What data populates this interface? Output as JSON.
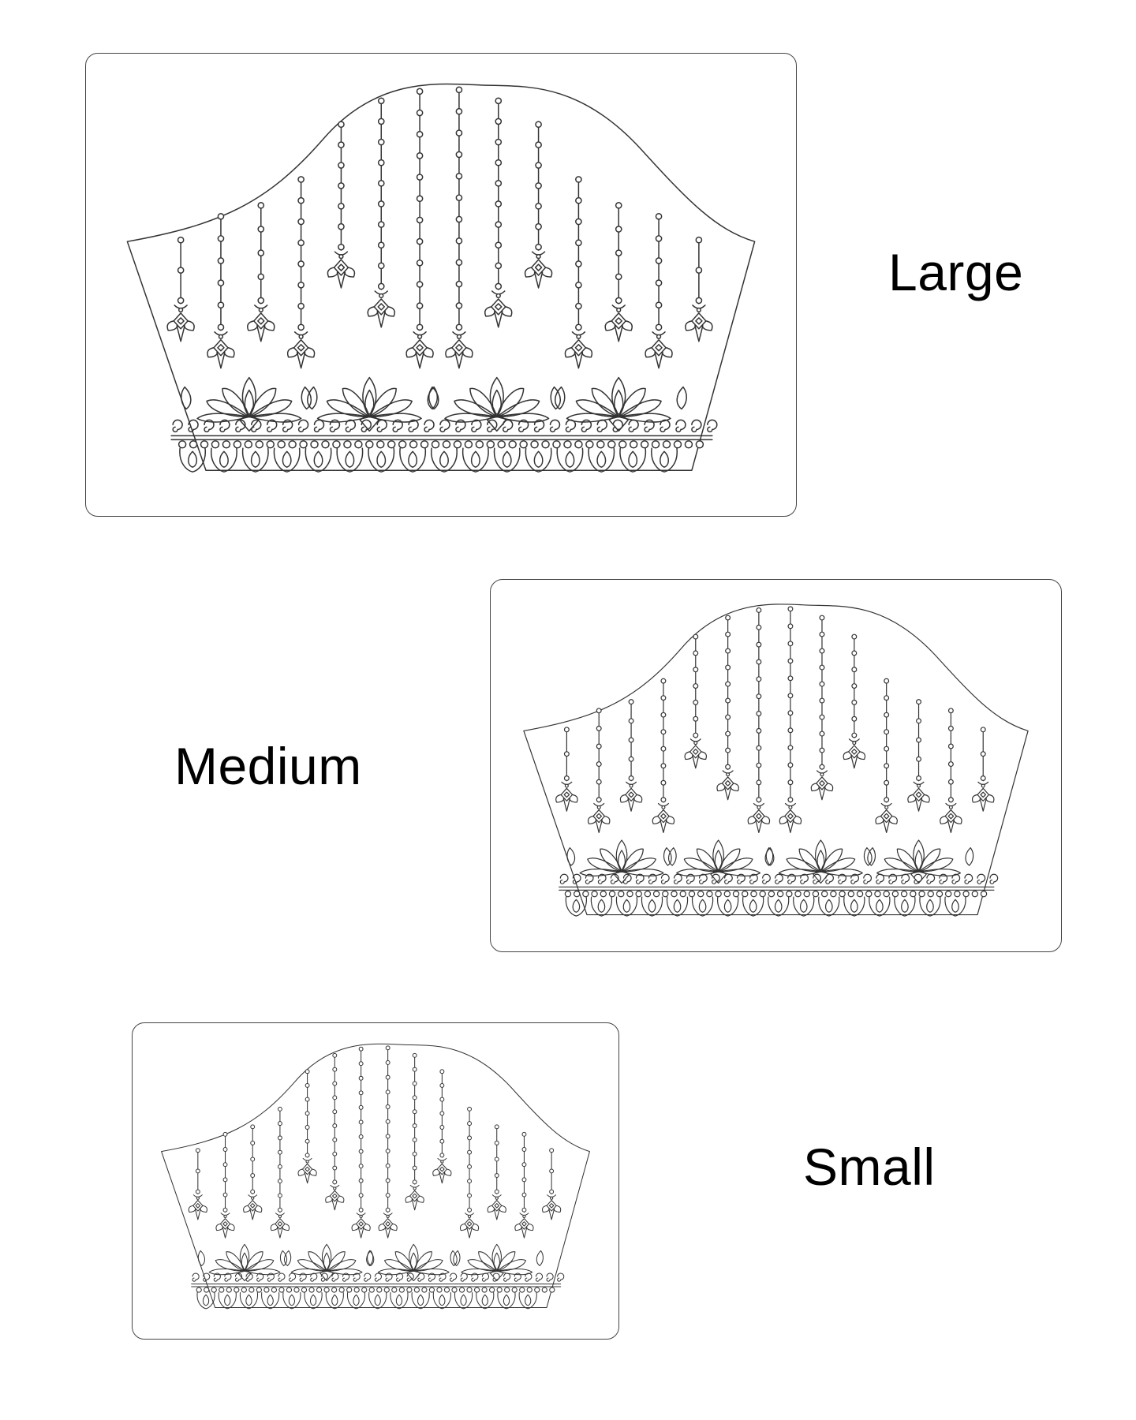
{
  "labels": {
    "large": "Large",
    "medium": "Medium",
    "small": "Small"
  },
  "colors": {
    "line": "#333333",
    "panel_border": "#444444",
    "background": "#ffffff"
  },
  "icons": [
    "sleeve-pattern-icon",
    "lotus-motif-icon",
    "bead-string-icon",
    "scallop-border-icon"
  ]
}
